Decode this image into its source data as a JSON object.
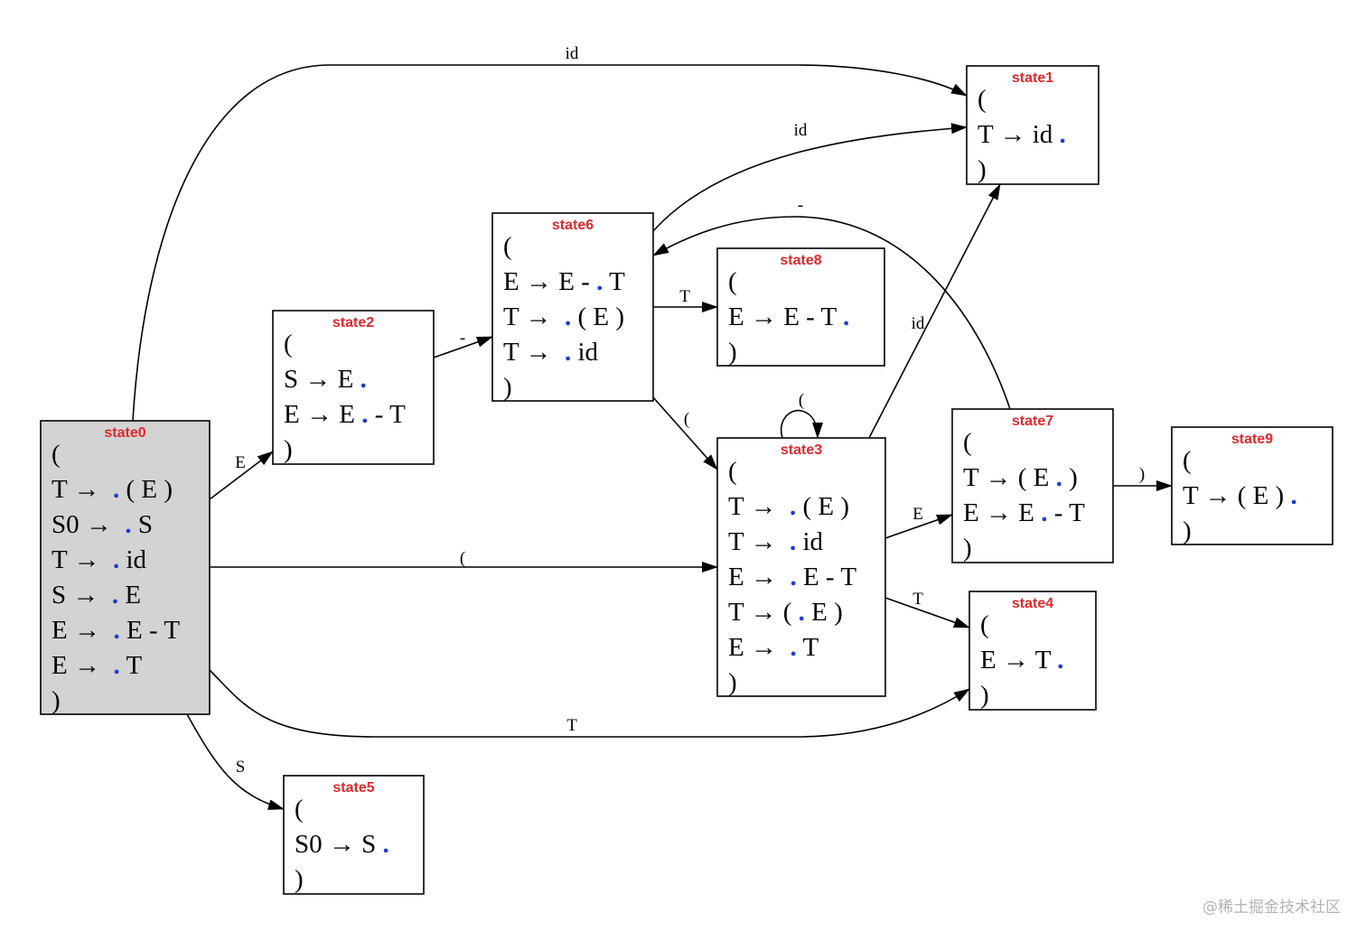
{
  "diagram": {
    "states": [
      {
        "id": "state0",
        "label": "state0",
        "fill": "#d3d3d3",
        "lines": [
          [
            {
              "t": "("
            }
          ],
          [
            {
              "t": "T →  "
            },
            {
              "t": ".",
              "dot": true
            },
            {
              "t": " ( E )"
            }
          ],
          [
            {
              "t": "S0 →  "
            },
            {
              "t": ".",
              "dot": true
            },
            {
              "t": " S"
            }
          ],
          [
            {
              "t": "T →  "
            },
            {
              "t": ".",
              "dot": true
            },
            {
              "t": " id"
            }
          ],
          [
            {
              "t": "S →  "
            },
            {
              "t": ".",
              "dot": true
            },
            {
              "t": " E"
            }
          ],
          [
            {
              "t": "E →  "
            },
            {
              "t": ".",
              "dot": true
            },
            {
              "t": " E - T"
            }
          ],
          [
            {
              "t": "E →  "
            },
            {
              "t": ".",
              "dot": true
            },
            {
              "t": " T"
            }
          ],
          [
            {
              "t": ")"
            }
          ]
        ]
      },
      {
        "id": "state1",
        "label": "state1",
        "fill": "#ffffff",
        "lines": [
          [
            {
              "t": "("
            }
          ],
          [
            {
              "t": "T → id "
            },
            {
              "t": ".",
              "dot": true
            }
          ],
          [
            {
              "t": ")"
            }
          ]
        ]
      },
      {
        "id": "state2",
        "label": "state2",
        "fill": "#ffffff",
        "lines": [
          [
            {
              "t": "("
            }
          ],
          [
            {
              "t": "S → E "
            },
            {
              "t": ".",
              "dot": true
            }
          ],
          [
            {
              "t": "E → E "
            },
            {
              "t": ".",
              "dot": true
            },
            {
              "t": " - T"
            }
          ],
          [
            {
              "t": ")"
            }
          ]
        ]
      },
      {
        "id": "state3",
        "label": "state3",
        "fill": "#ffffff",
        "lines": [
          [
            {
              "t": "("
            }
          ],
          [
            {
              "t": "T →  "
            },
            {
              "t": ".",
              "dot": true
            },
            {
              "t": " ( E )"
            }
          ],
          [
            {
              "t": "T →  "
            },
            {
              "t": ".",
              "dot": true
            },
            {
              "t": " id"
            }
          ],
          [
            {
              "t": "E →  "
            },
            {
              "t": ".",
              "dot": true
            },
            {
              "t": " E - T"
            }
          ],
          [
            {
              "t": "T → ( "
            },
            {
              "t": ".",
              "dot": true
            },
            {
              "t": " E )"
            }
          ],
          [
            {
              "t": "E →  "
            },
            {
              "t": ".",
              "dot": true
            },
            {
              "t": " T"
            }
          ],
          [
            {
              "t": ")"
            }
          ]
        ]
      },
      {
        "id": "state4",
        "label": "state4",
        "fill": "#ffffff",
        "lines": [
          [
            {
              "t": "("
            }
          ],
          [
            {
              "t": "E → T "
            },
            {
              "t": ".",
              "dot": true
            }
          ],
          [
            {
              "t": ")"
            }
          ]
        ]
      },
      {
        "id": "state5",
        "label": "state5",
        "fill": "#ffffff",
        "lines": [
          [
            {
              "t": "("
            }
          ],
          [
            {
              "t": "S0 → S "
            },
            {
              "t": ".",
              "dot": true
            }
          ],
          [
            {
              "t": ")"
            }
          ]
        ]
      },
      {
        "id": "state6",
        "label": "state6",
        "fill": "#ffffff",
        "lines": [
          [
            {
              "t": "("
            }
          ],
          [
            {
              "t": "E → E - "
            },
            {
              "t": ".",
              "dot": true
            },
            {
              "t": " T"
            }
          ],
          [
            {
              "t": "T →  "
            },
            {
              "t": ".",
              "dot": true
            },
            {
              "t": " ( E )"
            }
          ],
          [
            {
              "t": "T →  "
            },
            {
              "t": ".",
              "dot": true
            },
            {
              "t": " id"
            }
          ],
          [
            {
              "t": ")"
            }
          ]
        ]
      },
      {
        "id": "state7",
        "label": "state7",
        "fill": "#ffffff",
        "lines": [
          [
            {
              "t": "("
            }
          ],
          [
            {
              "t": "T → ( E "
            },
            {
              "t": ".",
              "dot": true
            },
            {
              "t": " )"
            }
          ],
          [
            {
              "t": "E → E "
            },
            {
              "t": ".",
              "dot": true
            },
            {
              "t": " - T"
            }
          ],
          [
            {
              "t": ")"
            }
          ]
        ]
      },
      {
        "id": "state8",
        "label": "state8",
        "fill": "#ffffff",
        "lines": [
          [
            {
              "t": "("
            }
          ],
          [
            {
              "t": "E → E - T "
            },
            {
              "t": ".",
              "dot": true
            }
          ],
          [
            {
              "t": ")"
            }
          ]
        ]
      },
      {
        "id": "state9",
        "label": "state9",
        "fill": "#ffffff",
        "lines": [
          [
            {
              "t": "("
            }
          ],
          [
            {
              "t": "T → ( E ) "
            },
            {
              "t": ".",
              "dot": true
            }
          ],
          [
            {
              "t": ")"
            }
          ]
        ]
      }
    ],
    "edges": [
      {
        "from": "state0",
        "to": "state1",
        "label": "id"
      },
      {
        "from": "state0",
        "to": "state2",
        "label": "E"
      },
      {
        "from": "state0",
        "to": "state3",
        "label": "("
      },
      {
        "from": "state0",
        "to": "state4",
        "label": "T"
      },
      {
        "from": "state0",
        "to": "state5",
        "label": "S"
      },
      {
        "from": "state2",
        "to": "state6",
        "label": "-"
      },
      {
        "from": "state6",
        "to": "state1",
        "label": "id"
      },
      {
        "from": "state6",
        "to": "state8",
        "label": "T"
      },
      {
        "from": "state6",
        "to": "state3",
        "label": "("
      },
      {
        "from": "state3",
        "to": "state3",
        "label": "("
      },
      {
        "from": "state3",
        "to": "state1",
        "label": "id"
      },
      {
        "from": "state3",
        "to": "state7",
        "label": "E"
      },
      {
        "from": "state3",
        "to": "state4",
        "label": "T"
      },
      {
        "from": "state7",
        "to": "state6",
        "label": "-"
      },
      {
        "from": "state7",
        "to": "state9",
        "label": ")"
      }
    ],
    "colors": {
      "title": "#e0282e",
      "dot": "#1f3bd6",
      "start_fill": "#d3d3d3",
      "line": "#000000"
    }
  },
  "watermark": "@稀土掘金技术社区"
}
